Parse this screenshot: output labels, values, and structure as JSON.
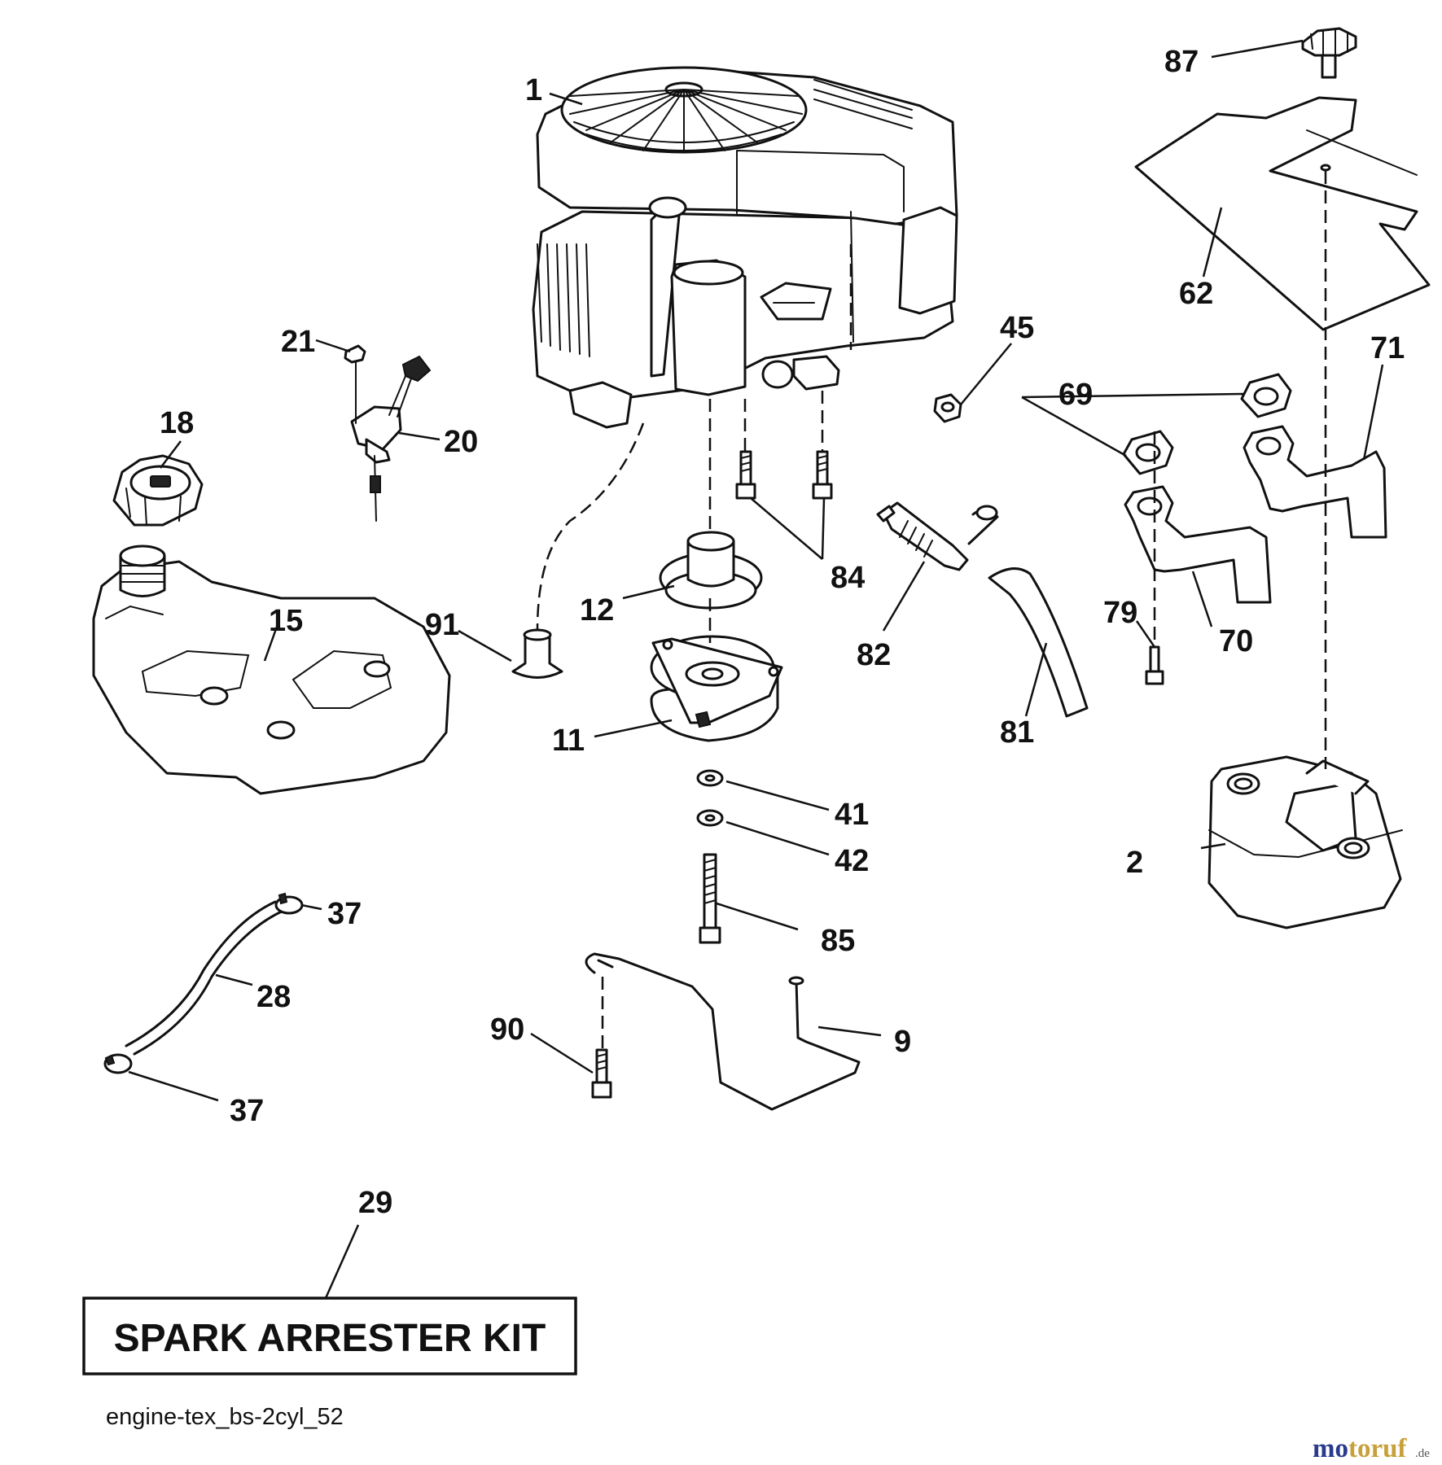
{
  "callouts": {
    "c1": "1",
    "c2": "2",
    "c9": "9",
    "c11": "11",
    "c12": "12",
    "c15": "15",
    "c18": "18",
    "c20": "20",
    "c21": "21",
    "c28": "28",
    "c29": "29",
    "c37a": "37",
    "c37b": "37",
    "c41": "41",
    "c42": "42",
    "c45": "45",
    "c62": "62",
    "c69": "69",
    "c70": "70",
    "c71": "71",
    "c79": "79",
    "c81": "81",
    "c82": "82",
    "c84": "84",
    "c85": "85",
    "c87": "87",
    "c90": "90",
    "c91": "91"
  },
  "kit_label": "SPARK ARRESTER KIT",
  "diagram_id": "engine-tex_bs-2cyl_52",
  "watermark": {
    "main": "motoruf",
    "suffix": ".de",
    "colors": {
      "mo": "#2a3a8c",
      "toruf": "#c8a03a"
    }
  }
}
